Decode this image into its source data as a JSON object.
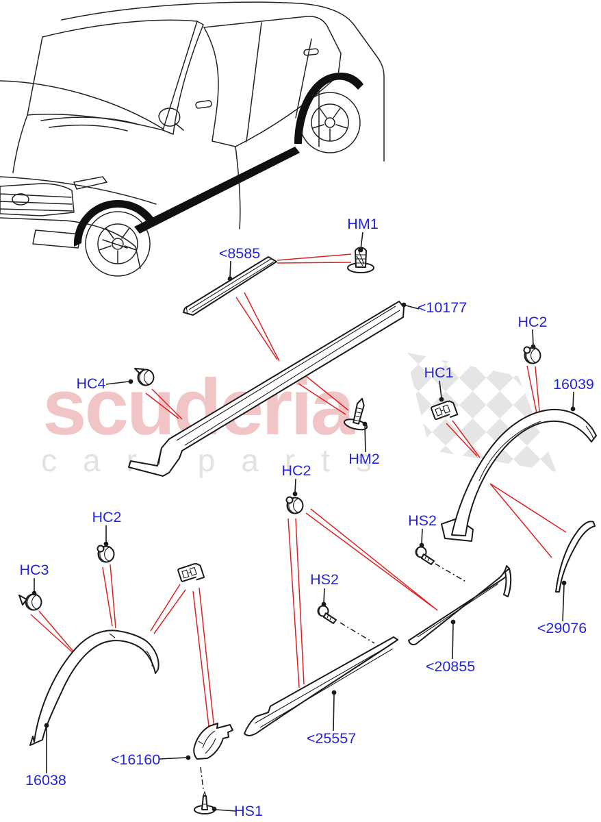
{
  "watermark": {
    "brand": "scuderia",
    "tagline": "car parts"
  },
  "callouts": {
    "hm1": "HM1",
    "p8585": "<8585",
    "p10177": "<10177",
    "hc2_top_right": "HC2",
    "hc1_right": "HC1",
    "p16039": "16039",
    "hc4": "HC4",
    "hm2": "HM2",
    "hc2_middle": "HC2",
    "hs2_right": "HS2",
    "hc2_left": "HC2",
    "hc3": "HC3",
    "hs2_left": "HS2",
    "p29076": "<29076",
    "p20855": "<20855",
    "p25557": "<25557",
    "p16038": "16038",
    "p16160": "<16160",
    "hs1": "HS1"
  },
  "colors": {
    "callout": "#2424dd",
    "leader": "#e02020",
    "line": "#1a1a1a",
    "molding": "#101010",
    "watermark_brand": "#efbcbc",
    "watermark_tagline": "#e2e2e2",
    "checker": "#dadada"
  }
}
